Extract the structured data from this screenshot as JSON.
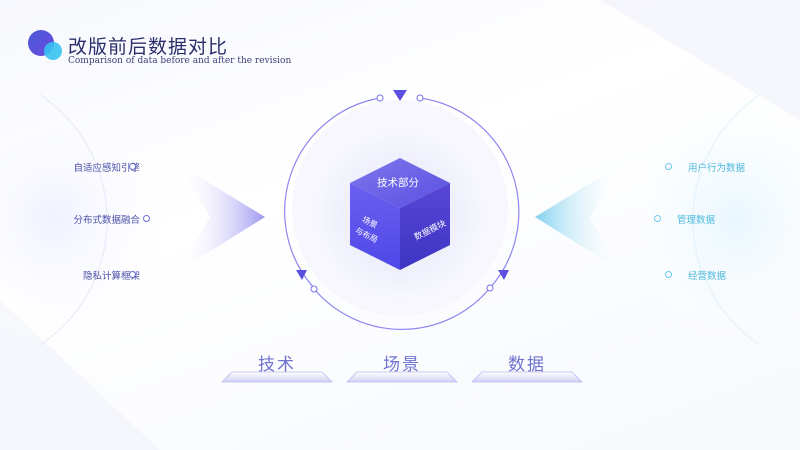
{
  "header": {
    "title": "改版前后数据对比",
    "subtitle": "Comparison of data before and after the revision"
  },
  "left_items": [
    "自适应感知引擎",
    "分布式数据融合",
    "隐私计算框架"
  ],
  "right_items": [
    "用户行为数据",
    "管理数据",
    "经营数据"
  ],
  "cube": {
    "top": "技术部分",
    "left_line1": "场景",
    "left_line2": "与布局",
    "right": "数据模块"
  },
  "tabs": [
    "技术",
    "场景",
    "数据"
  ],
  "colors": {
    "accent": "#5b4fe0",
    "accent_light": "#8f86f0",
    "cyan": "#37c3f2",
    "title": "#2a2f6b"
  }
}
